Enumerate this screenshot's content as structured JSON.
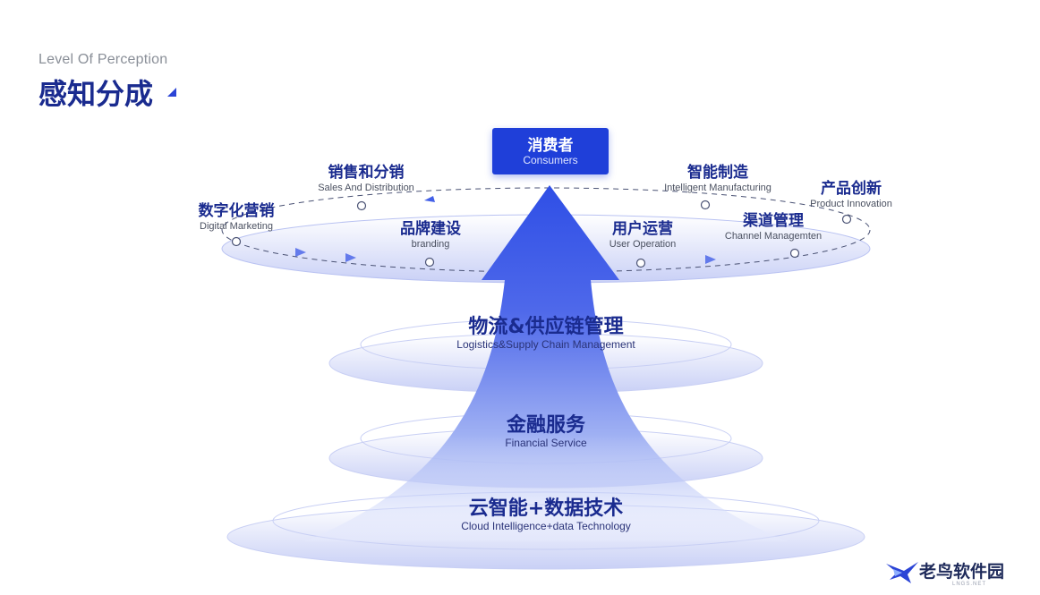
{
  "header": {
    "subtitle": "Level Of Perception",
    "title": "感知分成"
  },
  "top": {
    "label_cn": "消费者",
    "label_en": "Consumers"
  },
  "ring_nodes": [
    {
      "cn": "数字化营销",
      "en": "Digital Marketing"
    },
    {
      "cn": "销售和分销",
      "en": "Sales And Distribution"
    },
    {
      "cn": "品牌建设",
      "en": "branding"
    },
    {
      "cn": "用户运营",
      "en": "User Operation"
    },
    {
      "cn": "智能制造",
      "en": "Intelligent Manufacturing"
    },
    {
      "cn": "产品创新",
      "en": "Product Innovation"
    },
    {
      "cn": "渠道管理",
      "en": "Channel Managemten"
    }
  ],
  "layers": [
    {
      "cn": "物流&供应链管理",
      "en": "Logistics&Supply Chain Management"
    },
    {
      "cn": "金融服务",
      "en": "Financial Service"
    },
    {
      "cn": "云智能+数据技术",
      "en": "Cloud Intelligence+data Technology"
    }
  ],
  "watermark": {
    "name": "老鸟软件园",
    "sub": "LNGS.NET"
  },
  "colors": {
    "primary": "#1f3fd9",
    "navy_text": "#1a2b8f",
    "ring": "#b9c2f2"
  }
}
